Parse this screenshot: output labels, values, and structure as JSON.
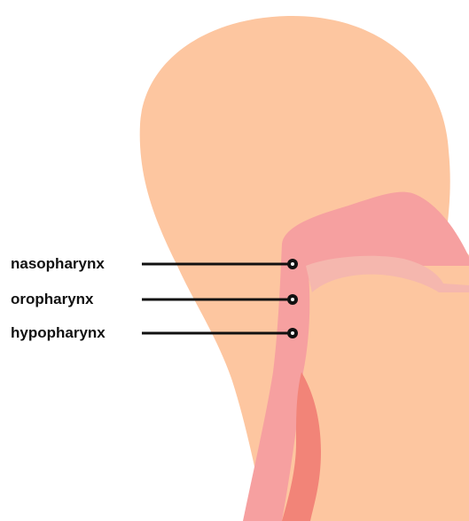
{
  "colors": {
    "skin": "#FDC6A0",
    "airway": "#F6A0A0",
    "esophagus": "#F28478",
    "inner": "#F5B7AE",
    "line": "#111111"
  },
  "labels": {
    "nasopharynx": "nasopharynx",
    "oropharynx": "oropharynx",
    "hypopharynx": "hypopharynx"
  }
}
